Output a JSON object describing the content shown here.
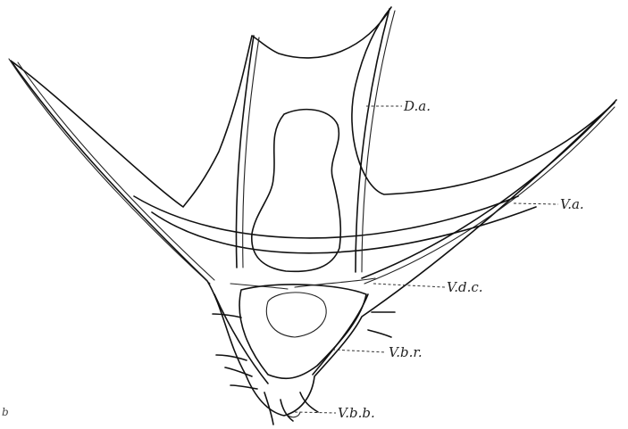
{
  "labels": {
    "da": "D.a.",
    "va": "V.a.",
    "vdc": "V.d.c.",
    "vbr": "V.b.r.",
    "vbb": "V.b.b."
  },
  "corner_marker": "b",
  "colors": {
    "ink": "#111111",
    "paper": "#ffffff"
  }
}
